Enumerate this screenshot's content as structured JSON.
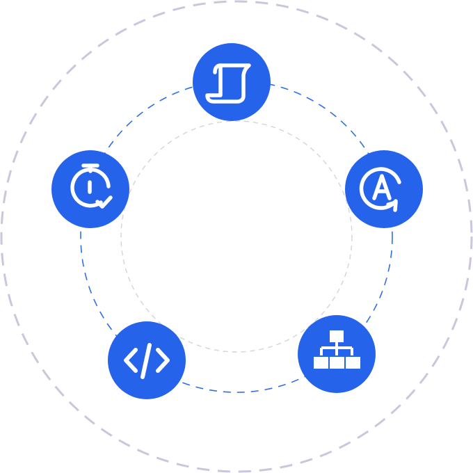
{
  "colors": {
    "background": "#ffffff",
    "node_fill": "#2563eb",
    "icon_color": "#ffffff",
    "outer_ring": "#c9c7dc",
    "middle_ring": "#2f6fe3",
    "inner_ring": "#d4d4d8"
  },
  "nodes": [
    {
      "id": "top",
      "icon": "scroll-document-icon"
    },
    {
      "id": "right",
      "icon": "auto-update-a-icon"
    },
    {
      "id": "bottom-right",
      "icon": "hierarchy-tree-icon"
    },
    {
      "id": "bottom-left",
      "icon": "code-brackets-icon"
    },
    {
      "id": "left",
      "icon": "stopwatch-check-icon"
    }
  ]
}
